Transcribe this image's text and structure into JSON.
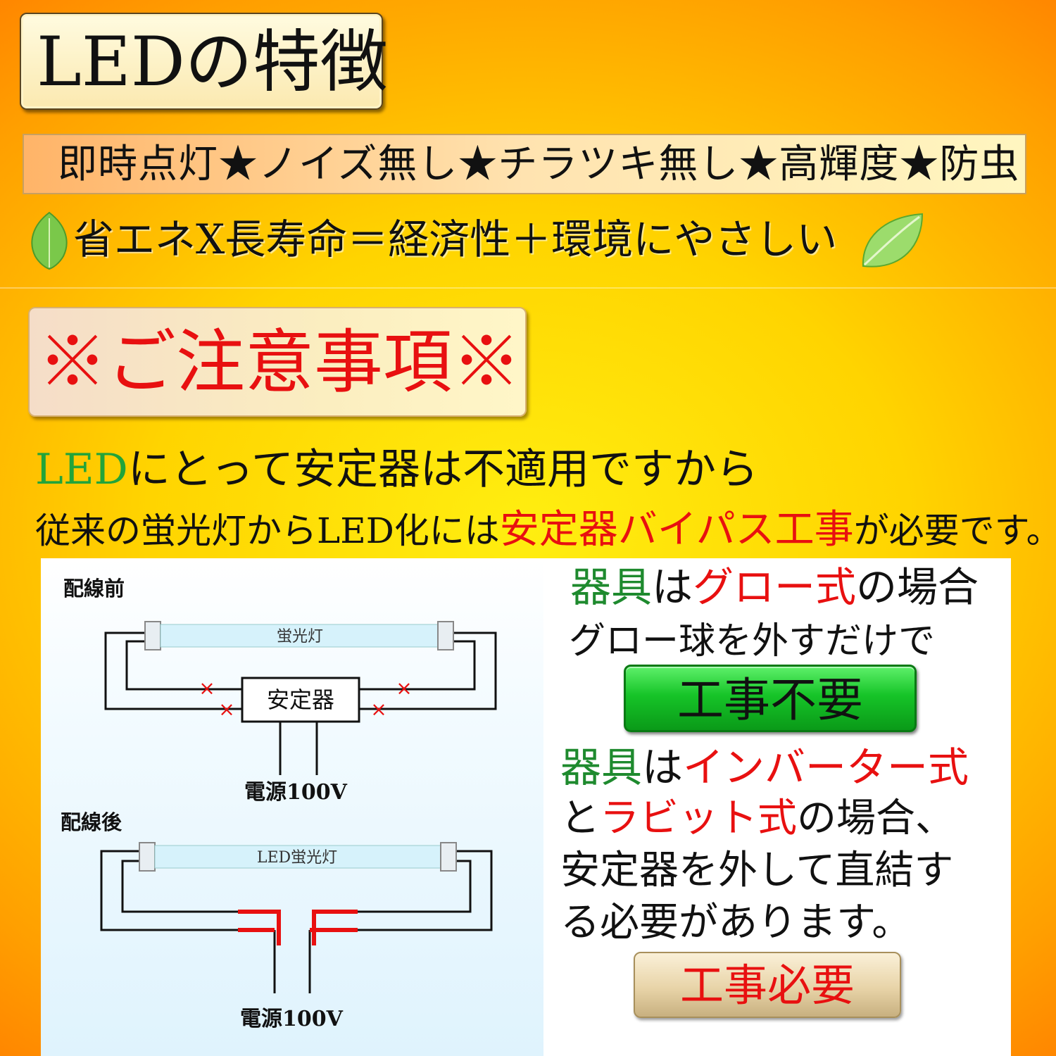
{
  "title": "LEDの特徴",
  "features": "即時点灯★ノイズ無し★チラツキ無し★高輝度★防虫",
  "eco": "省エネX長寿命＝経済性＋環境にやさしい",
  "caution": "※ご注意事項※",
  "line1": {
    "led": "LED",
    "rest": "にとって安定器は不適用ですから"
  },
  "line2": {
    "a": "従来の蛍光灯からLED化には",
    "b": "安定器バイパス工事",
    "c": "が必要です。"
  },
  "diagram": {
    "before_label": "配線前",
    "after_label": "配線後",
    "tube_before": "蛍光灯",
    "tube_after": "LED蛍光灯",
    "ballast": "安定器",
    "power_before": "電源100V",
    "power_after": "電源100V",
    "cut_mark": "×"
  },
  "glow": {
    "a": "器具",
    "b": "は",
    "c": "グロー式",
    "d": "の場合",
    "line2": "グロー球を外すだけで",
    "button": "工事不要"
  },
  "inverter": {
    "a": "器具",
    "b": "は",
    "c": "インバーター式",
    "d": "と",
    "e": "ラビット式",
    "f": "の場合、",
    "line3": "安定器を外して直結す",
    "line4": "る必要があります。",
    "button": "工事必要"
  },
  "colors": {
    "green_text": "#22a43a",
    "red_text": "#e81010",
    "button_green": "#16c428",
    "button_beige": "#e8d4a8"
  }
}
